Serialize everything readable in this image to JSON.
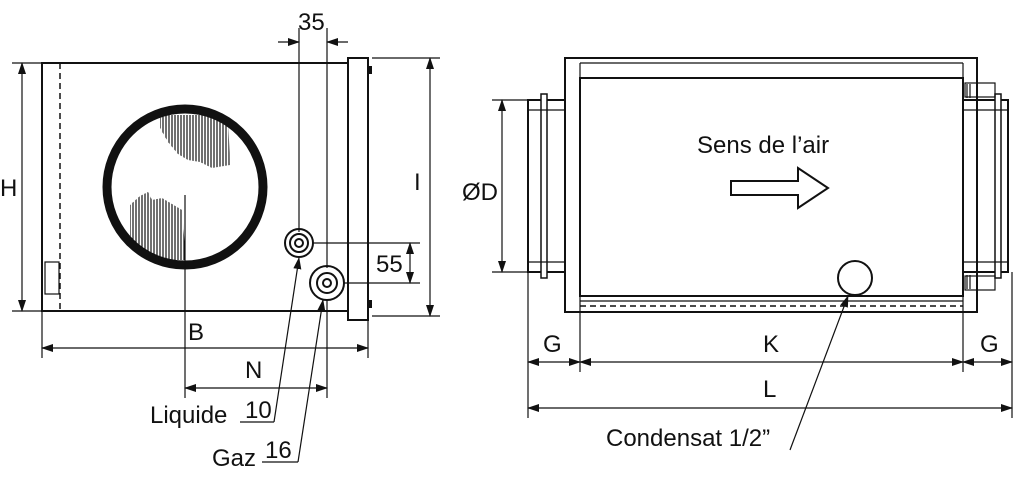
{
  "left_view": {
    "labels": {
      "dim_35": "35",
      "dim_h": "H",
      "dim_i": "I",
      "dim_55": "55",
      "dim_b": "B",
      "dim_n": "N",
      "liquide": "Liquide",
      "liquide_size": "10",
      "gaz": "Gaz",
      "gaz_size": "16"
    }
  },
  "right_view": {
    "labels": {
      "dim_od": "ØD",
      "airflow": "Sens de l’air",
      "dim_g_left": "G",
      "dim_k": "K",
      "dim_g_right": "G",
      "dim_l": "L",
      "condensat": "Condensat 1/2”"
    }
  }
}
